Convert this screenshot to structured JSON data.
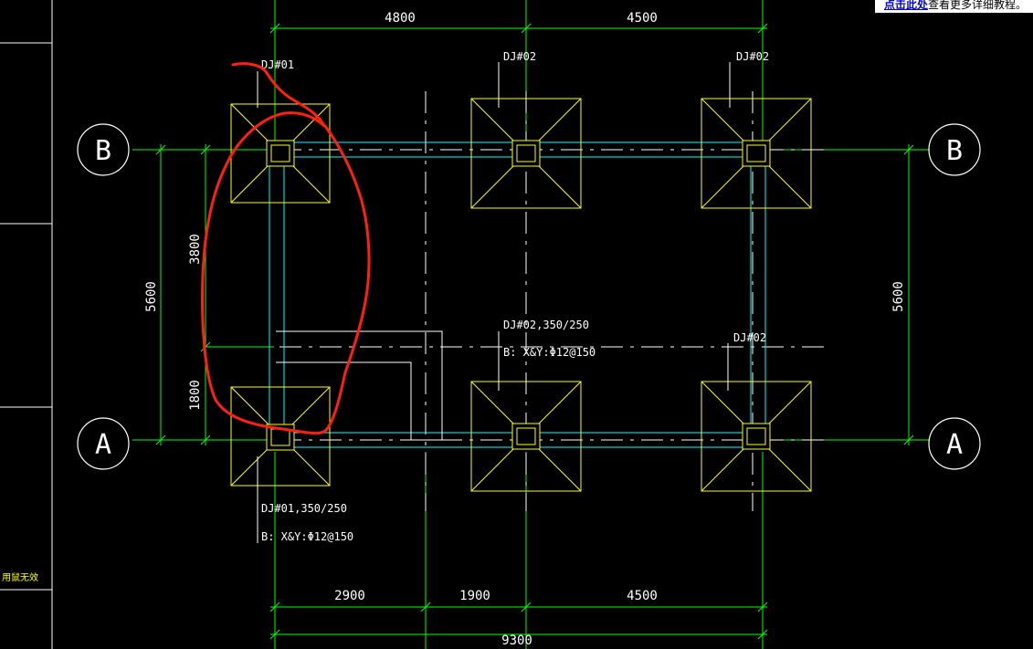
{
  "popup": {
    "link_text": "点击此处",
    "text": "查看更多详细教程。"
  },
  "side_panel": {
    "label": "用鼠无效"
  },
  "grid": {
    "axis_b": "B",
    "axis_a": "A"
  },
  "dimensions": {
    "top_left": "4800",
    "top_right": "4500",
    "left_total": "5600",
    "left_upper": "3800",
    "left_lower": "1800",
    "right_total": "5600",
    "bottom_1": "2900",
    "bottom_2": "1900",
    "bottom_3": "4500",
    "bottom_total": "9300"
  },
  "labels": {
    "dj1_top": "DJ#01",
    "dj2_top_mid": "DJ#02",
    "dj2_top_right": "DJ#02",
    "dj2_center_line1": "DJ#02,350/250",
    "dj2_center_line2": "B: X&Y:Φ12@150",
    "dj2_right_mid": "DJ#02",
    "dj1_bottom_line1": "DJ#01,350/250",
    "dj1_bottom_line2": "B: X&Y:Φ12@150"
  },
  "colors": {
    "dim": "#00ff00",
    "footing": "#ffff00",
    "beam": "#00ffff",
    "axis": "#ffffff",
    "markup": "#ff2010",
    "popup_link": "#0000ee"
  }
}
